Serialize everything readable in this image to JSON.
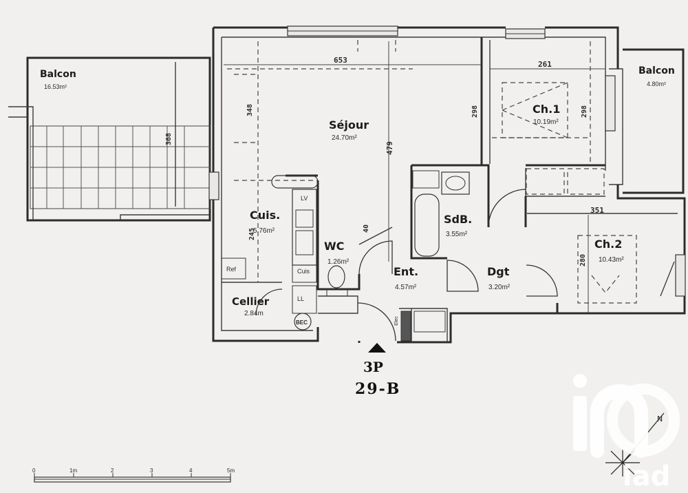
{
  "plan": {
    "code": "3P",
    "lot": "29-B",
    "rooms": {
      "balcon_left": {
        "name": "Balcon",
        "area": "16.53m²"
      },
      "balcon_right": {
        "name": "Balcon",
        "area": "4.80m²"
      },
      "sejour": {
        "name": "Séjour",
        "area": "24.70m²"
      },
      "ch1": {
        "name": "Ch.1",
        "area": "10.19m²"
      },
      "ch2": {
        "name": "Ch.2",
        "area": "10.43m²"
      },
      "cuis": {
        "name": "Cuis.",
        "area": "5.76m²"
      },
      "wc": {
        "name": "WC",
        "area": "1.26m²"
      },
      "sdb": {
        "name": "SdB.",
        "area": "3.55m²"
      },
      "ent": {
        "name": "Ent.",
        "area": "4.57m²"
      },
      "dgt": {
        "name": "Dgt",
        "area": "3.20m²"
      },
      "cellier": {
        "name": "Cellier",
        "area": "2.84m"
      }
    },
    "dimensions": {
      "d653": "653",
      "d261": "261",
      "d348": "348",
      "d368": "368",
      "d479": "479",
      "d298a": "298",
      "d298b": "298",
      "d351": "351",
      "d280": "280",
      "d245": "245",
      "d40": "40"
    },
    "fixtures": {
      "lv": "LV",
      "ll": "LL",
      "cuis": "Cuis",
      "ref": "Ref",
      "bec": "BEC",
      "elec": "Elec"
    },
    "scale": {
      "labels": [
        "0",
        "1m",
        "2",
        "3",
        "4",
        "5m"
      ]
    }
  },
  "watermark": {
    "brand": "iad",
    "color": "#ffffff"
  }
}
